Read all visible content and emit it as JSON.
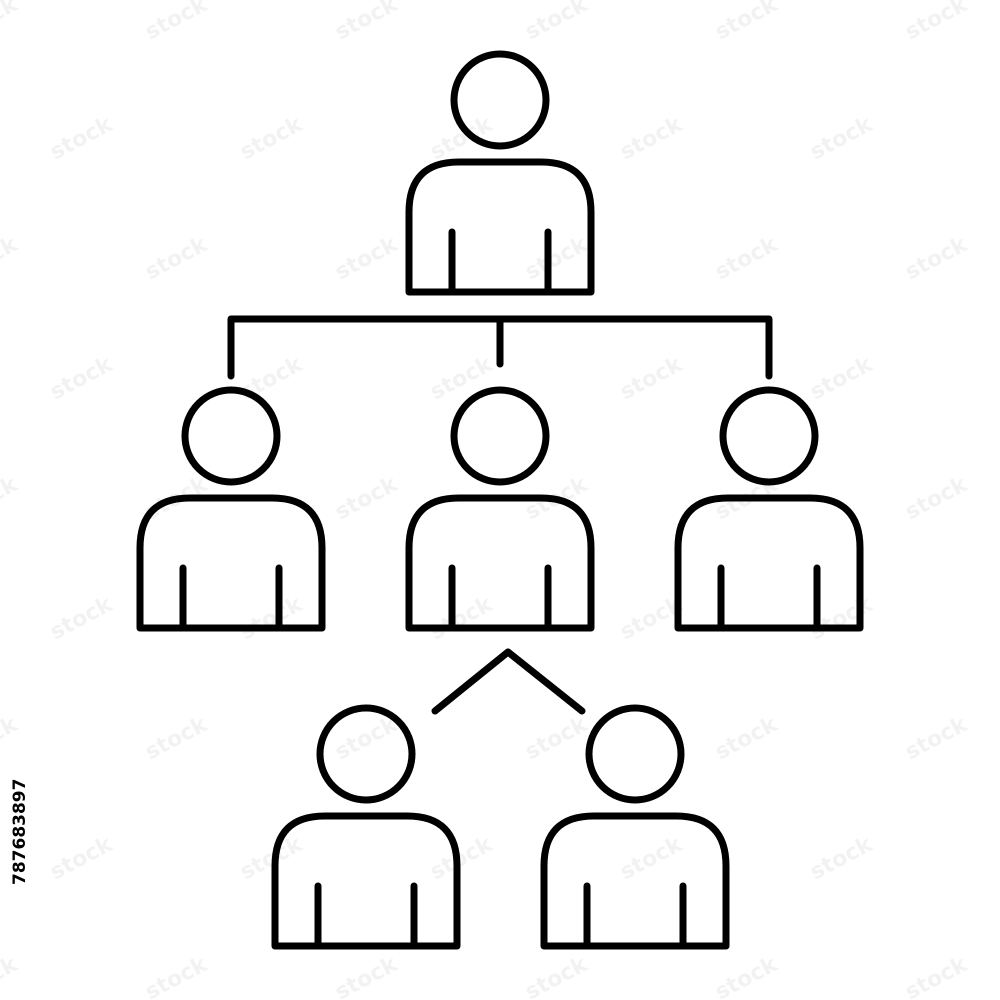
{
  "diagram": {
    "icon": "organization-hierarchy-icon",
    "stroke_color": "#000000",
    "background_color": "#ffffff",
    "levels": [
      {
        "level": 1,
        "people": 1
      },
      {
        "level": 2,
        "people": 3
      },
      {
        "level": 3,
        "people": 2
      }
    ]
  },
  "watermark": {
    "id_text": "787683897",
    "pattern_text": "stock"
  }
}
